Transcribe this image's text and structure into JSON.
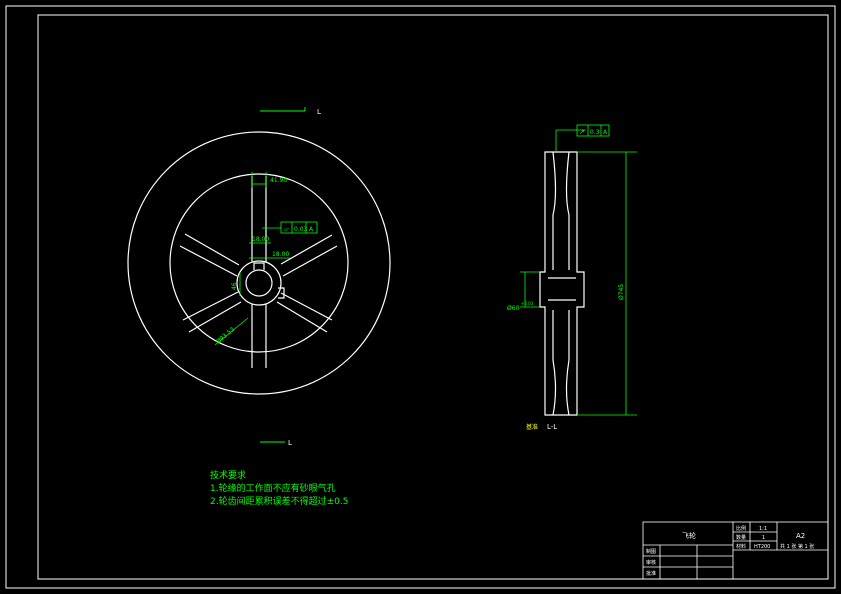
{
  "colors": {
    "background": "#000000",
    "outline": "#ffffff",
    "dimension": "#00ff00",
    "annotation": "#ffff00"
  },
  "front_view": {
    "section_mark_top": "L",
    "section_mark_bottom": "L",
    "dim_spoke_width": "41.90",
    "dim_key_depth": "18.00",
    "dim_key_width": "18.00",
    "dim_bore": "46",
    "dim_hub_diameter": "Ø93.53",
    "tolerance_value": "0.03",
    "tolerance_datum": "A"
  },
  "side_view": {
    "runout_value": "0.3",
    "runout_datum": "A",
    "dim_outer_diameter": "Ø745",
    "dim_bore": "Ø60",
    "dim_bore_tol": "+0.03",
    "datum_label": "基准",
    "section_label": "L-L"
  },
  "tech_notes": {
    "title": "技术要求",
    "line1": "1.轮缘的工作面不应有砂眼气孔",
    "line2": "2.轮齿间距累积误差不得超过±0.5"
  },
  "title_block": {
    "part_name": "飞轮",
    "scale_label": "比例",
    "scale_value": "1:1",
    "qty_label": "数量",
    "qty_value": "1",
    "material_label": "材料",
    "material_value": "HT200",
    "sheet_info": "共 1 张  第 1 张",
    "sheet_size": "A2",
    "designer_label": "制图",
    "checker_label": "审核",
    "approver_label": "批准"
  }
}
